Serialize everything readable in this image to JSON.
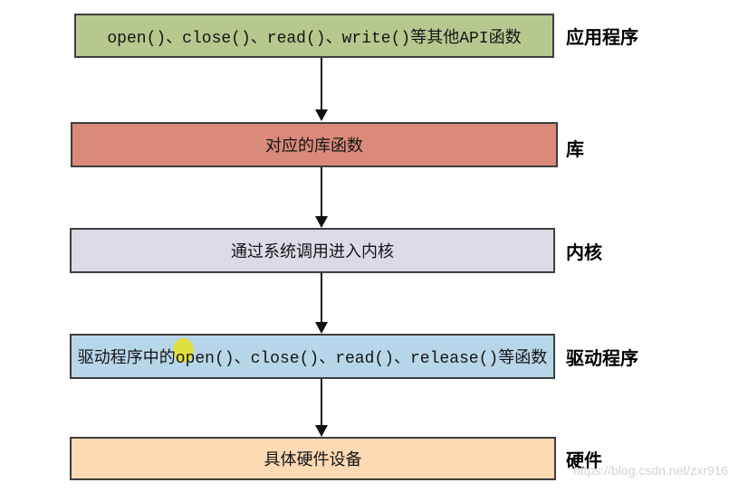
{
  "diagram": {
    "layers": [
      {
        "id": "application",
        "box_text": "open()、close()、read()、write()等其他API函数",
        "label": "应用程序",
        "fill": "#b6c88e"
      },
      {
        "id": "library",
        "box_text": "对应的库函数",
        "label": "库",
        "fill": "#d98a79"
      },
      {
        "id": "kernel",
        "box_text": "通过系统调用进入内核",
        "label": "内核",
        "fill": "#dcdae6"
      },
      {
        "id": "driver",
        "box_text": "驱动程序中的open()、close()、read()、release()等函数",
        "label": "驱动程序",
        "fill": "#b8d6e9"
      },
      {
        "id": "hardware",
        "box_text": "具体硬件设备",
        "label": "硬件",
        "fill": "#fdd9b4"
      }
    ],
    "colors": {
      "box_border": "#3d3d3d",
      "arrow": "#1a1a1a",
      "highlight": "#e6df2e"
    }
  },
  "watermark": {
    "text": "https://blog.csdn.net/zxr916"
  }
}
